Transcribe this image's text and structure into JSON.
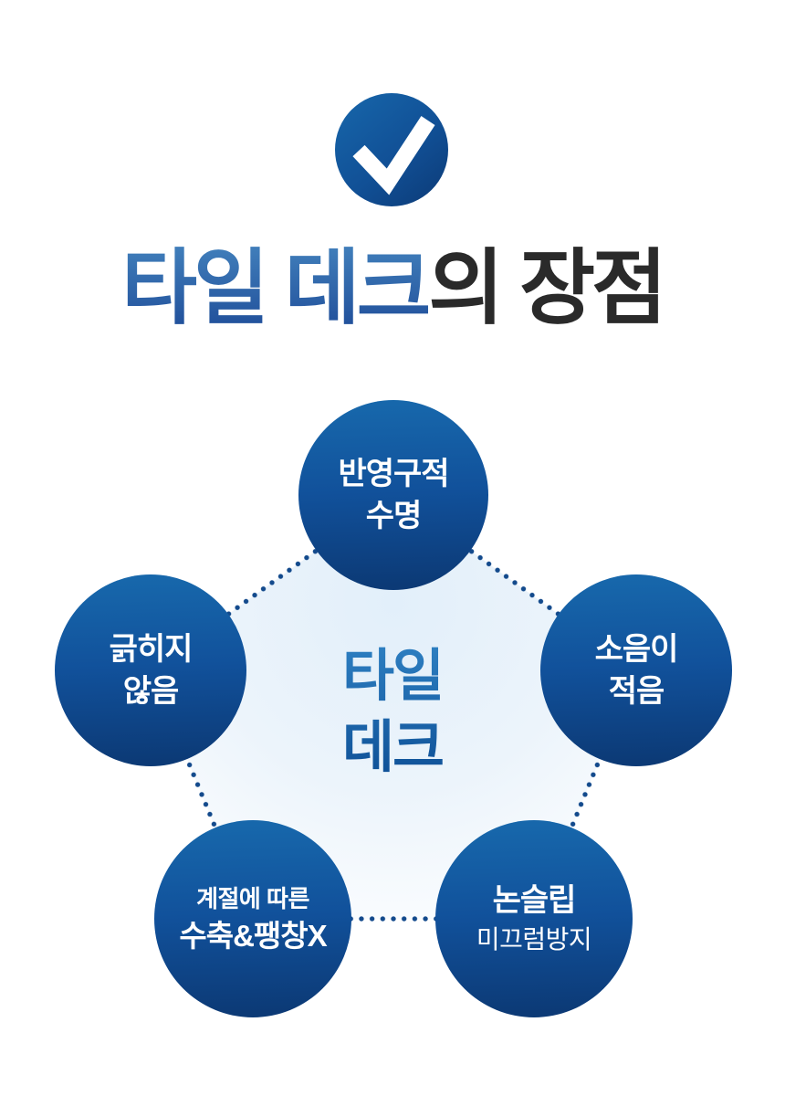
{
  "header": {
    "badge_icon": "checkmark",
    "title_highlight": "타일 데크",
    "title_rest": "의 장점"
  },
  "diagram": {
    "center_label": {
      "line1": "타일",
      "line2": "데크"
    },
    "nodes": [
      {
        "id": "semi-permanent-lifespan",
        "line1": "반영구적",
        "line2": "수명"
      },
      {
        "id": "scratch-resistant",
        "line1": "긁히지",
        "line2": "않음"
      },
      {
        "id": "low-noise",
        "line1": "소음이",
        "line2": "적음"
      },
      {
        "id": "no-seasonal-expansion",
        "line1": "계절에 따른",
        "line2": "수축&팽창X"
      },
      {
        "id": "non-slip",
        "line1": "논슬립",
        "line2": "미끄럼방지"
      }
    ]
  },
  "colors": {
    "circle_top": "#1767ab",
    "circle_mid": "#11519b",
    "circle_bottom": "#0c3a76",
    "title_blue_top": "#3f7cb9",
    "title_blue_bottom": "#21509b",
    "title_dark": "#2a2a2a",
    "glow": "#e2effa",
    "dot": "#134a8c",
    "center_text_top": "#2e80c2",
    "center_text_bottom": "#0d4e95"
  }
}
